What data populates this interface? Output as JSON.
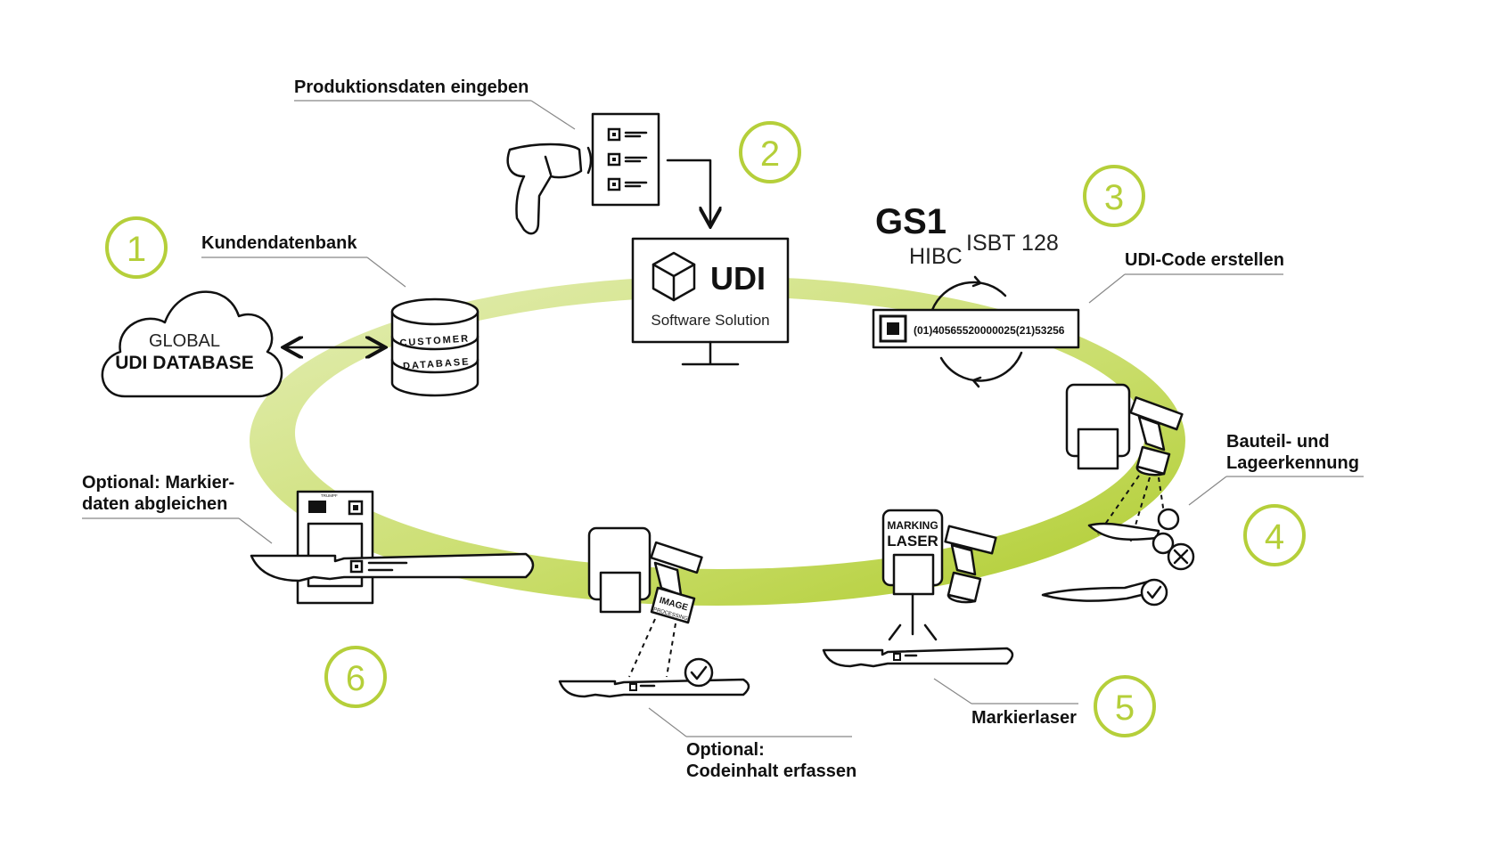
{
  "colors": {
    "accent": "#b5cf3a",
    "ring_light": "#dbe8a2",
    "ring_dark": "#b8d13b",
    "ink": "#111111"
  },
  "cloud": {
    "line1": "GLOBAL",
    "line2": "UDI DATABASE"
  },
  "database": {
    "line1": "CUSTOMER",
    "line2": "DATABASE"
  },
  "monitor": {
    "brand": "UDI",
    "subtitle": "Software Solution"
  },
  "standards": {
    "gs1": "GS1",
    "hibc": "HIBC",
    "isbt": "ISBT 128"
  },
  "code_label": {
    "value": "(01)40565520000025(21)53256"
  },
  "steps": [
    {
      "number": "1",
      "label": [
        "Kundendatenbank"
      ]
    },
    {
      "number": "2",
      "label": [
        "Produktionsdaten eingeben"
      ]
    },
    {
      "number": "3",
      "label": [
        "UDI-Code erstellen"
      ]
    },
    {
      "number": "4",
      "label": [
        "Bauteil- und",
        "Lageerkennung"
      ]
    },
    {
      "number": "5",
      "label": [
        "Markierlaser"
      ]
    },
    {
      "number": "6",
      "label": [
        "Optional: Markier-",
        "daten abgleichen"
      ]
    }
  ],
  "optional_label": [
    "Optional:",
    "Codeinhalt erfassen"
  ],
  "marking_laser": {
    "line1": "MARKING",
    "line2": "LASER"
  },
  "camera_tag": {
    "line1": "IMAGE",
    "line2": "PROCESSING"
  },
  "device_tag": "TRUMPF",
  "icons": [
    "cloud-icon",
    "database-icon",
    "barcode-scanner-icon",
    "form-icon",
    "monitor-icon",
    "cube-icon",
    "refresh-icon",
    "qr-code-icon",
    "camera-icon",
    "scalpel-icon",
    "check-icon",
    "cross-icon",
    "laser-icon",
    "verifier-icon"
  ]
}
